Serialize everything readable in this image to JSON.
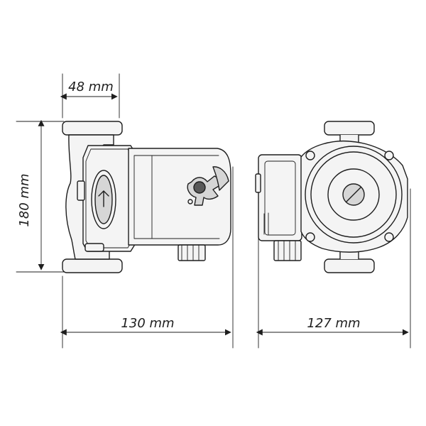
{
  "dimensions": {
    "top_width": "48 mm",
    "height": "180 mm",
    "side_width": "130 mm",
    "front_width": "127 mm"
  },
  "colors": {
    "line": "#1e1e1e",
    "light_fill": "#f4f4f4",
    "mid_fill": "#d6d6d6",
    "dark_fill": "#595959"
  }
}
